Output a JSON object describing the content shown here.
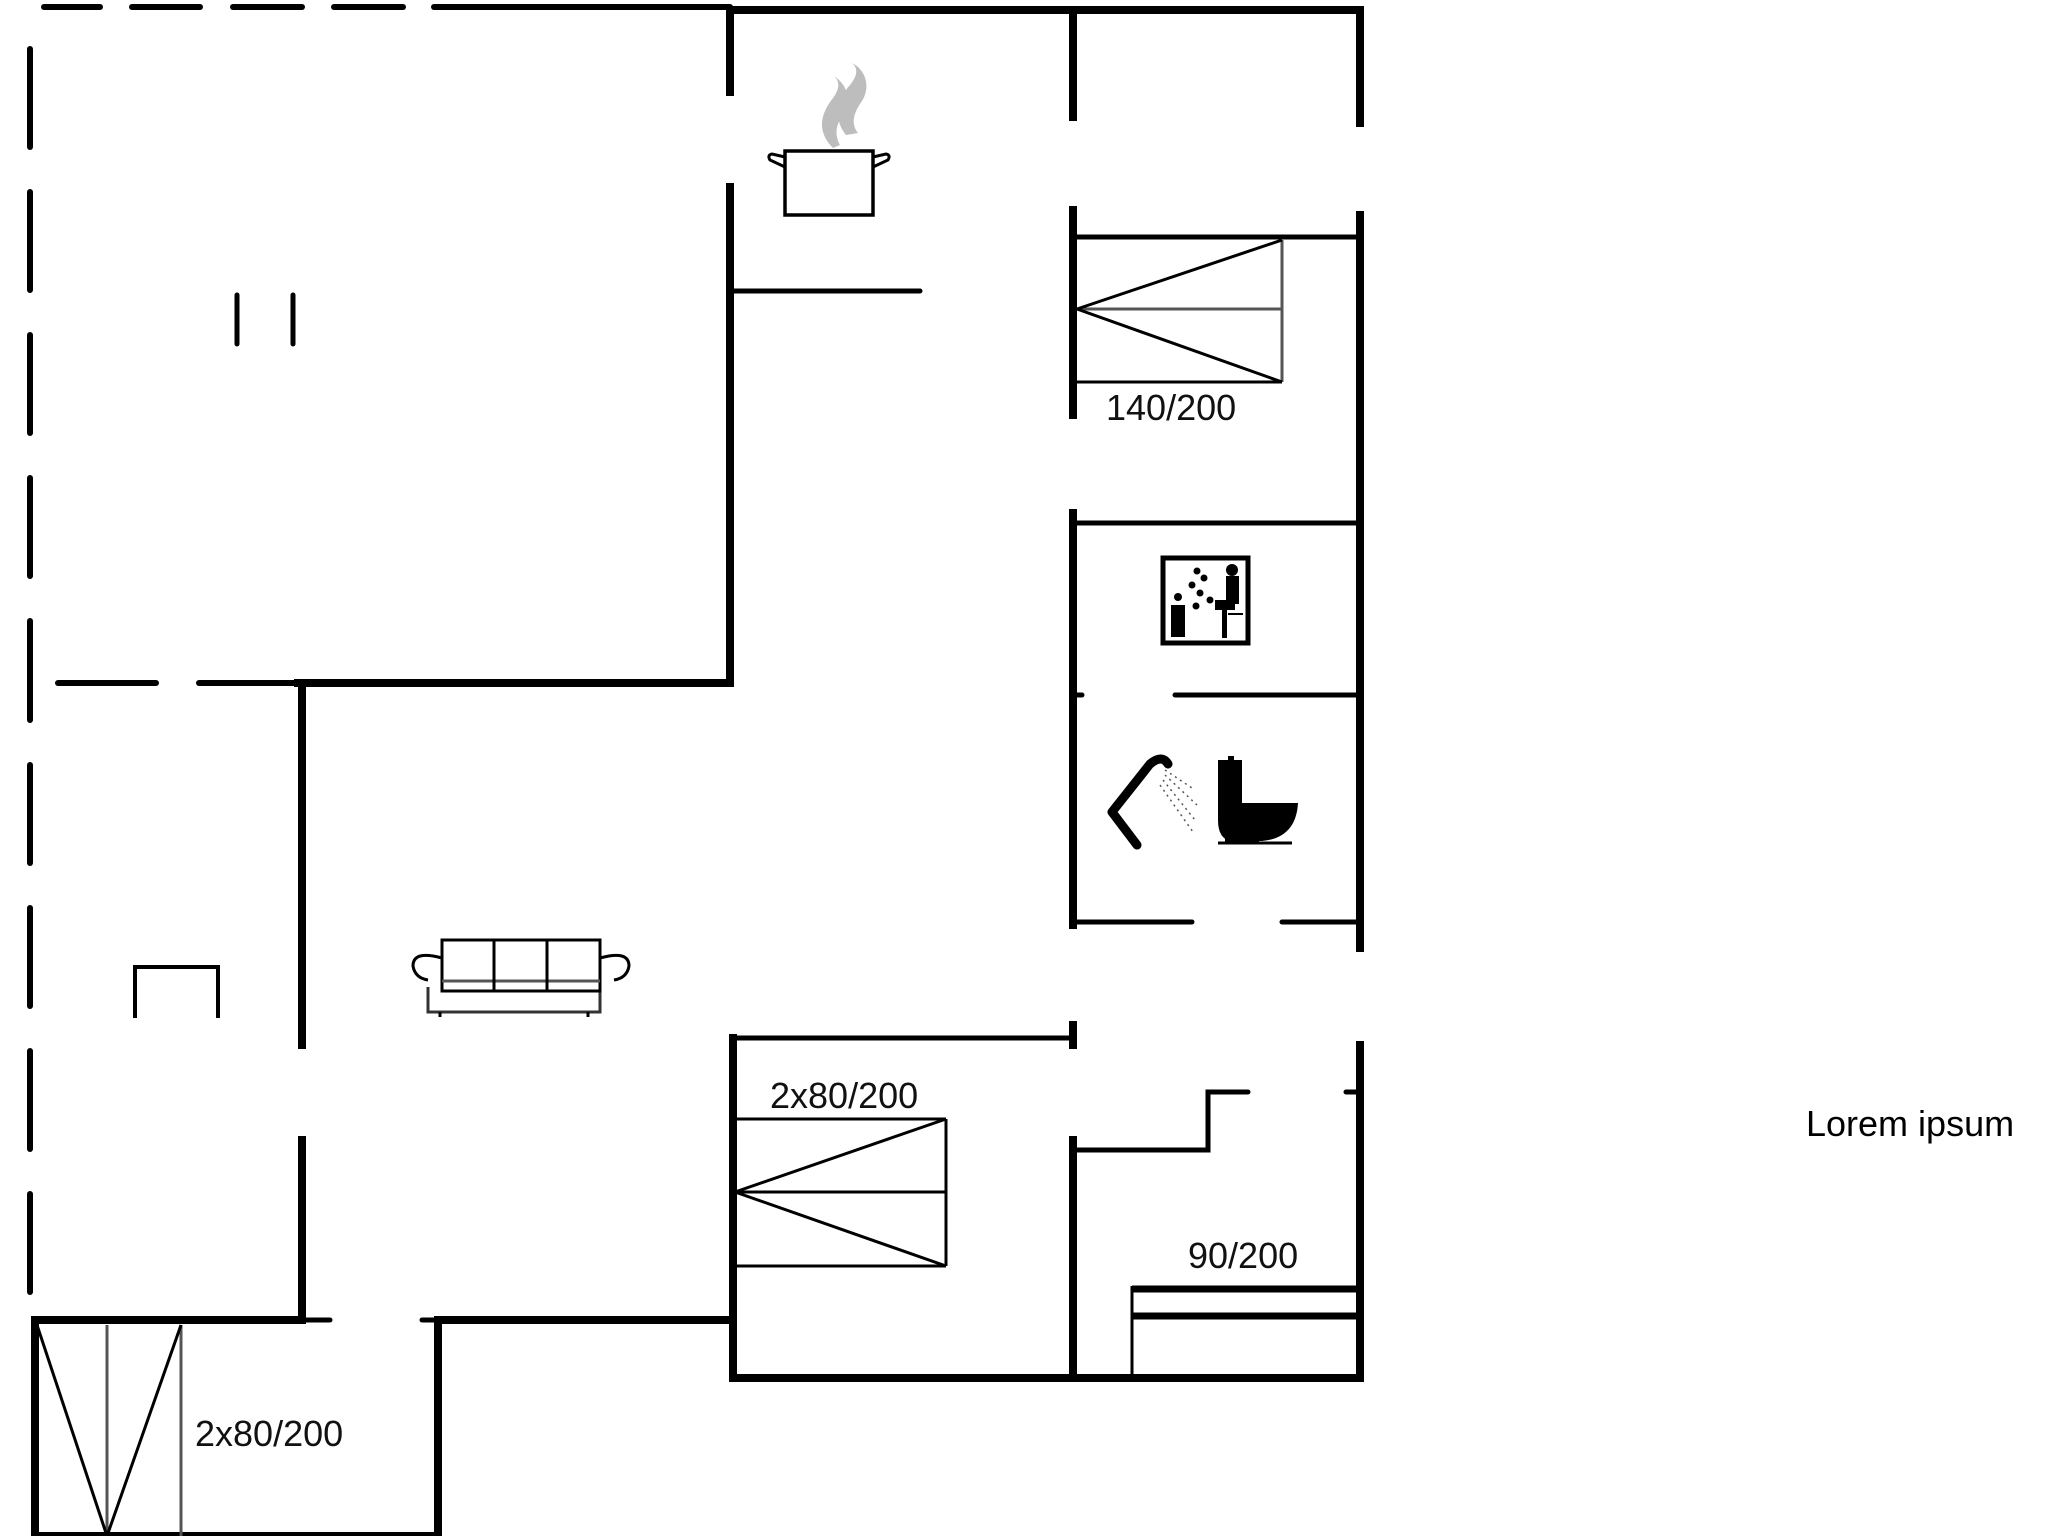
{
  "floor_plan": {
    "rooms": [
      {
        "name": "terrace-top-left",
        "type": "outdoor",
        "boundary": "dashed"
      },
      {
        "name": "terrace-left",
        "type": "outdoor",
        "boundary": "dashed"
      },
      {
        "name": "kitchen",
        "icon": "cooking-pot-icon"
      },
      {
        "name": "living-room",
        "icon": "sofa-icon"
      },
      {
        "name": "bedroom-1",
        "bed_label": "140/200"
      },
      {
        "name": "sauna",
        "icon": "sauna-icon"
      },
      {
        "name": "bathroom",
        "icons": [
          "shower-icon",
          "toilet-icon"
        ]
      },
      {
        "name": "bedroom-2",
        "bed_label": "2x80/200"
      },
      {
        "name": "bedroom-3",
        "bed_label": "90/200"
      },
      {
        "name": "bedroom-4",
        "bed_label": "2x80/200"
      }
    ],
    "labels": {
      "bed_140": "140/200",
      "bed_2x80_middle": "2x80/200",
      "bed_90": "90/200",
      "bed_2x80_bottom": "2x80/200"
    },
    "legend_text": "Lorem ipsum",
    "colors": {
      "wall": "#000000",
      "steam": "#bdbdbd",
      "background": "#ffffff"
    }
  }
}
